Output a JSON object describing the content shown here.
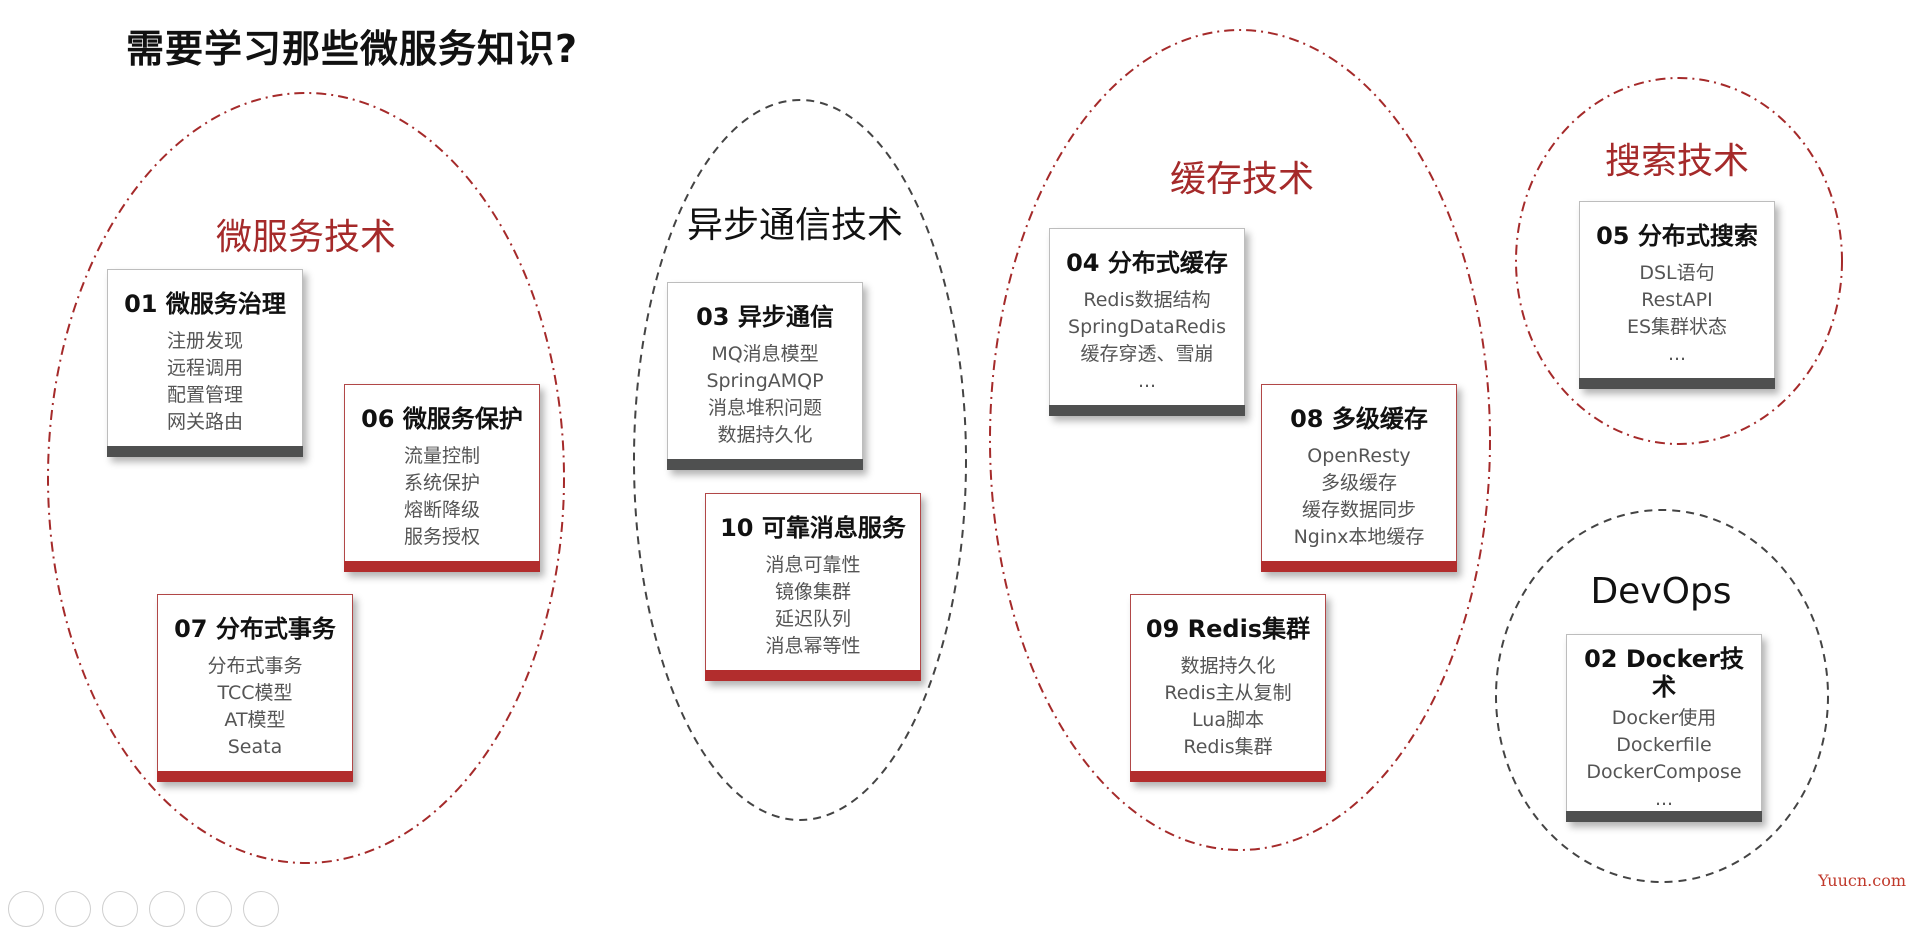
{
  "title": "需要学习那些微服务知识?",
  "groups": [
    {
      "title": "微服务技术",
      "color": "#a52a2a"
    },
    {
      "title": "异步通信技术",
      "color": "#111111"
    },
    {
      "title": "缓存技术",
      "color": "#a52a2a"
    },
    {
      "title": "搜索技术",
      "color": "#a52a2a"
    },
    {
      "title": "DevOps",
      "color": "#111111"
    }
  ],
  "cards": [
    {
      "title": "01 微服务治理",
      "items": [
        "注册发现",
        "远程调用",
        "配置管理",
        "网关路由"
      ],
      "accent": "gray"
    },
    {
      "title": "06 微服务保护",
      "items": [
        "流量控制",
        "系统保护",
        "熔断降级",
        "服务授权"
      ],
      "accent": "red"
    },
    {
      "title": "07 分布式事务",
      "items": [
        "分布式事务",
        "TCC模型",
        "AT模型",
        "Seata"
      ],
      "accent": "red"
    },
    {
      "title": "03 异步通信",
      "items": [
        "MQ消息模型",
        "SpringAMQP",
        "消息堆积问题",
        "数据持久化"
      ],
      "accent": "gray"
    },
    {
      "title": "10 可靠消息服务",
      "items": [
        "消息可靠性",
        "镜像集群",
        "延迟队列",
        "消息幂等性"
      ],
      "accent": "red"
    },
    {
      "title": "04 分布式缓存",
      "items": [
        "Redis数据结构",
        "SpringDataRedis",
        "缓存穿透、雪崩",
        "..."
      ],
      "accent": "gray"
    },
    {
      "title": "08 多级缓存",
      "items": [
        "OpenResty",
        "多级缓存",
        "缓存数据同步",
        "Nginx本地缓存"
      ],
      "accent": "red"
    },
    {
      "title": "09 Redis集群",
      "items": [
        "数据持久化",
        "Redis主从复制",
        "Lua脚本",
        "Redis集群"
      ],
      "accent": "red"
    },
    {
      "title": "05 分布式搜索",
      "items": [
        "DSL语句",
        "RestAPI",
        "ES集群状态",
        "..."
      ],
      "accent": "gray"
    },
    {
      "title": "02 Docker技术",
      "items": [
        "Docker使用",
        "Dockerfile",
        "DockerCompose",
        "..."
      ],
      "accent": "gray"
    }
  ],
  "watermark": "Yuucn.com"
}
